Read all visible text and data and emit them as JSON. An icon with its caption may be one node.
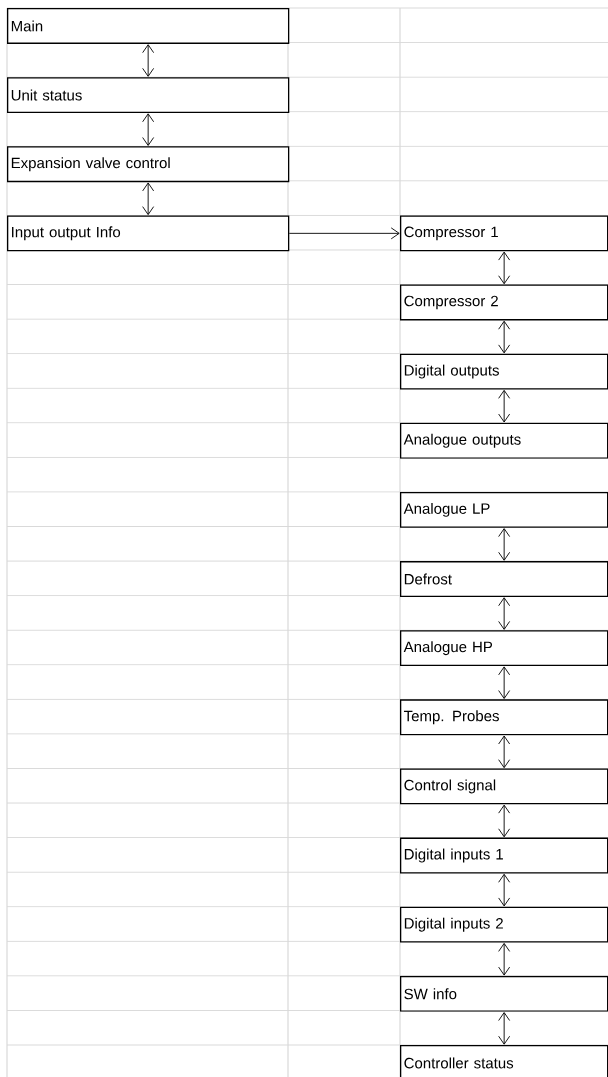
{
  "diagram": {
    "nodes": [
      {
        "text": [
          "Main"
        ]
      },
      {
        "text": [
          "Unit status"
        ]
      },
      {
        "text": [
          "Expansion valve control"
        ]
      },
      {
        "text": [
          "Input output Info"
        ]
      },
      {
        "text": [
          "Compressor 1"
        ]
      },
      {
        "text": [
          "Compressor 2"
        ]
      },
      {
        "text": [
          "Digital outputs"
        ]
      },
      {
        "text": [
          "Analogue outputs"
        ]
      },
      {
        "text": [
          "Analogue LP"
        ]
      },
      {
        "text": [
          "Defrost"
        ]
      },
      {
        "text": [
          "Analogue HP"
        ]
      },
      {
        "text": [
          "Temp. Probes"
        ]
      },
      {
        "text": [
          "Control signal"
        ]
      },
      {
        "text": [
          "Digital inputs 1"
        ]
      },
      {
        "text": [
          "Digital inputs 2"
        ]
      },
      {
        "text": [
          "SW info"
        ]
      },
      {
        "text": [
          "Controller status"
        ]
      }
    ],
    "edges": [
      {
        "from": 0,
        "to": 1,
        "arrow": "both"
      },
      {
        "from": 1,
        "to": 2,
        "arrow": "both"
      },
      {
        "from": 2,
        "to": 3,
        "arrow": "both"
      },
      {
        "from": 3,
        "to": 4,
        "arrow": "to"
      },
      {
        "from": 4,
        "to": 5,
        "arrow": "both"
      },
      {
        "from": 5,
        "to": 6,
        "arrow": "both"
      },
      {
        "from": 6,
        "to": 7,
        "arrow": "both"
      },
      {
        "from": 8,
        "to": 9,
        "arrow": "both"
      },
      {
        "from": 9,
        "to": 10,
        "arrow": "both"
      },
      {
        "from": 10,
        "to": 11,
        "arrow": "both"
      },
      {
        "from": 11,
        "to": 12,
        "arrow": "both"
      },
      {
        "from": 12,
        "to": 13,
        "arrow": "both"
      },
      {
        "from": 13,
        "to": 14,
        "arrow": "both"
      },
      {
        "from": 14,
        "to": 15,
        "arrow": "both"
      },
      {
        "from": 15,
        "to": 16,
        "arrow": "both"
      }
    ]
  }
}
